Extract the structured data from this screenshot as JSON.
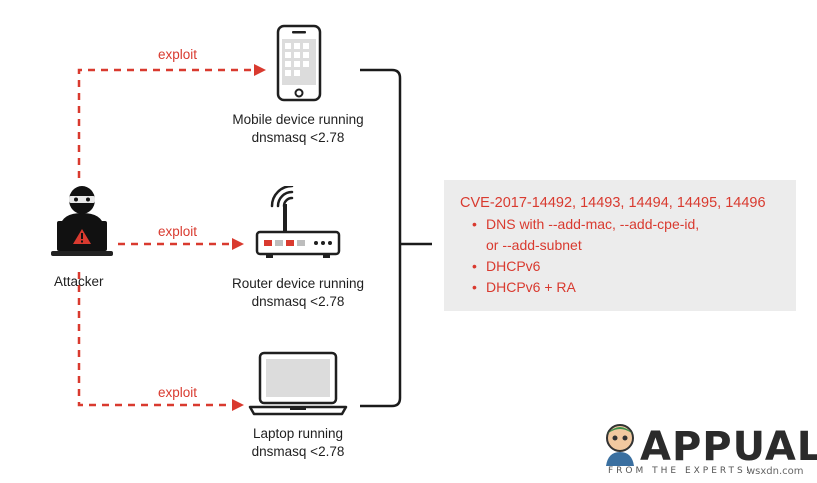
{
  "attacker": {
    "label": "Attacker"
  },
  "edges": [
    {
      "label": "exploit"
    },
    {
      "label": "exploit"
    },
    {
      "label": "exploit"
    }
  ],
  "devices": [
    {
      "line1": "Mobile device running",
      "line2": "dnsmasq <2.78"
    },
    {
      "line1": "Router device running",
      "line2": "dnsmasq <2.78"
    },
    {
      "line1": "Laptop running",
      "line2": "dnsmasq <2.78"
    }
  ],
  "cve_box": {
    "title": "CVE-2017-14492, 14493, 14494, 14495, 14496",
    "items": [
      "DNS with --add-mac, --add-cpe-id,\nor --add-subnet",
      "DHCPv6",
      "DHCPv6 + RA"
    ]
  },
  "watermark": {
    "brand": "APPUALS",
    "tagline": "FROM THE EXPERTS!",
    "site": "wsxdn.com"
  },
  "colors": {
    "accent": "#d93a2f",
    "line": "#1a1a1a",
    "box": "#ececec"
  }
}
